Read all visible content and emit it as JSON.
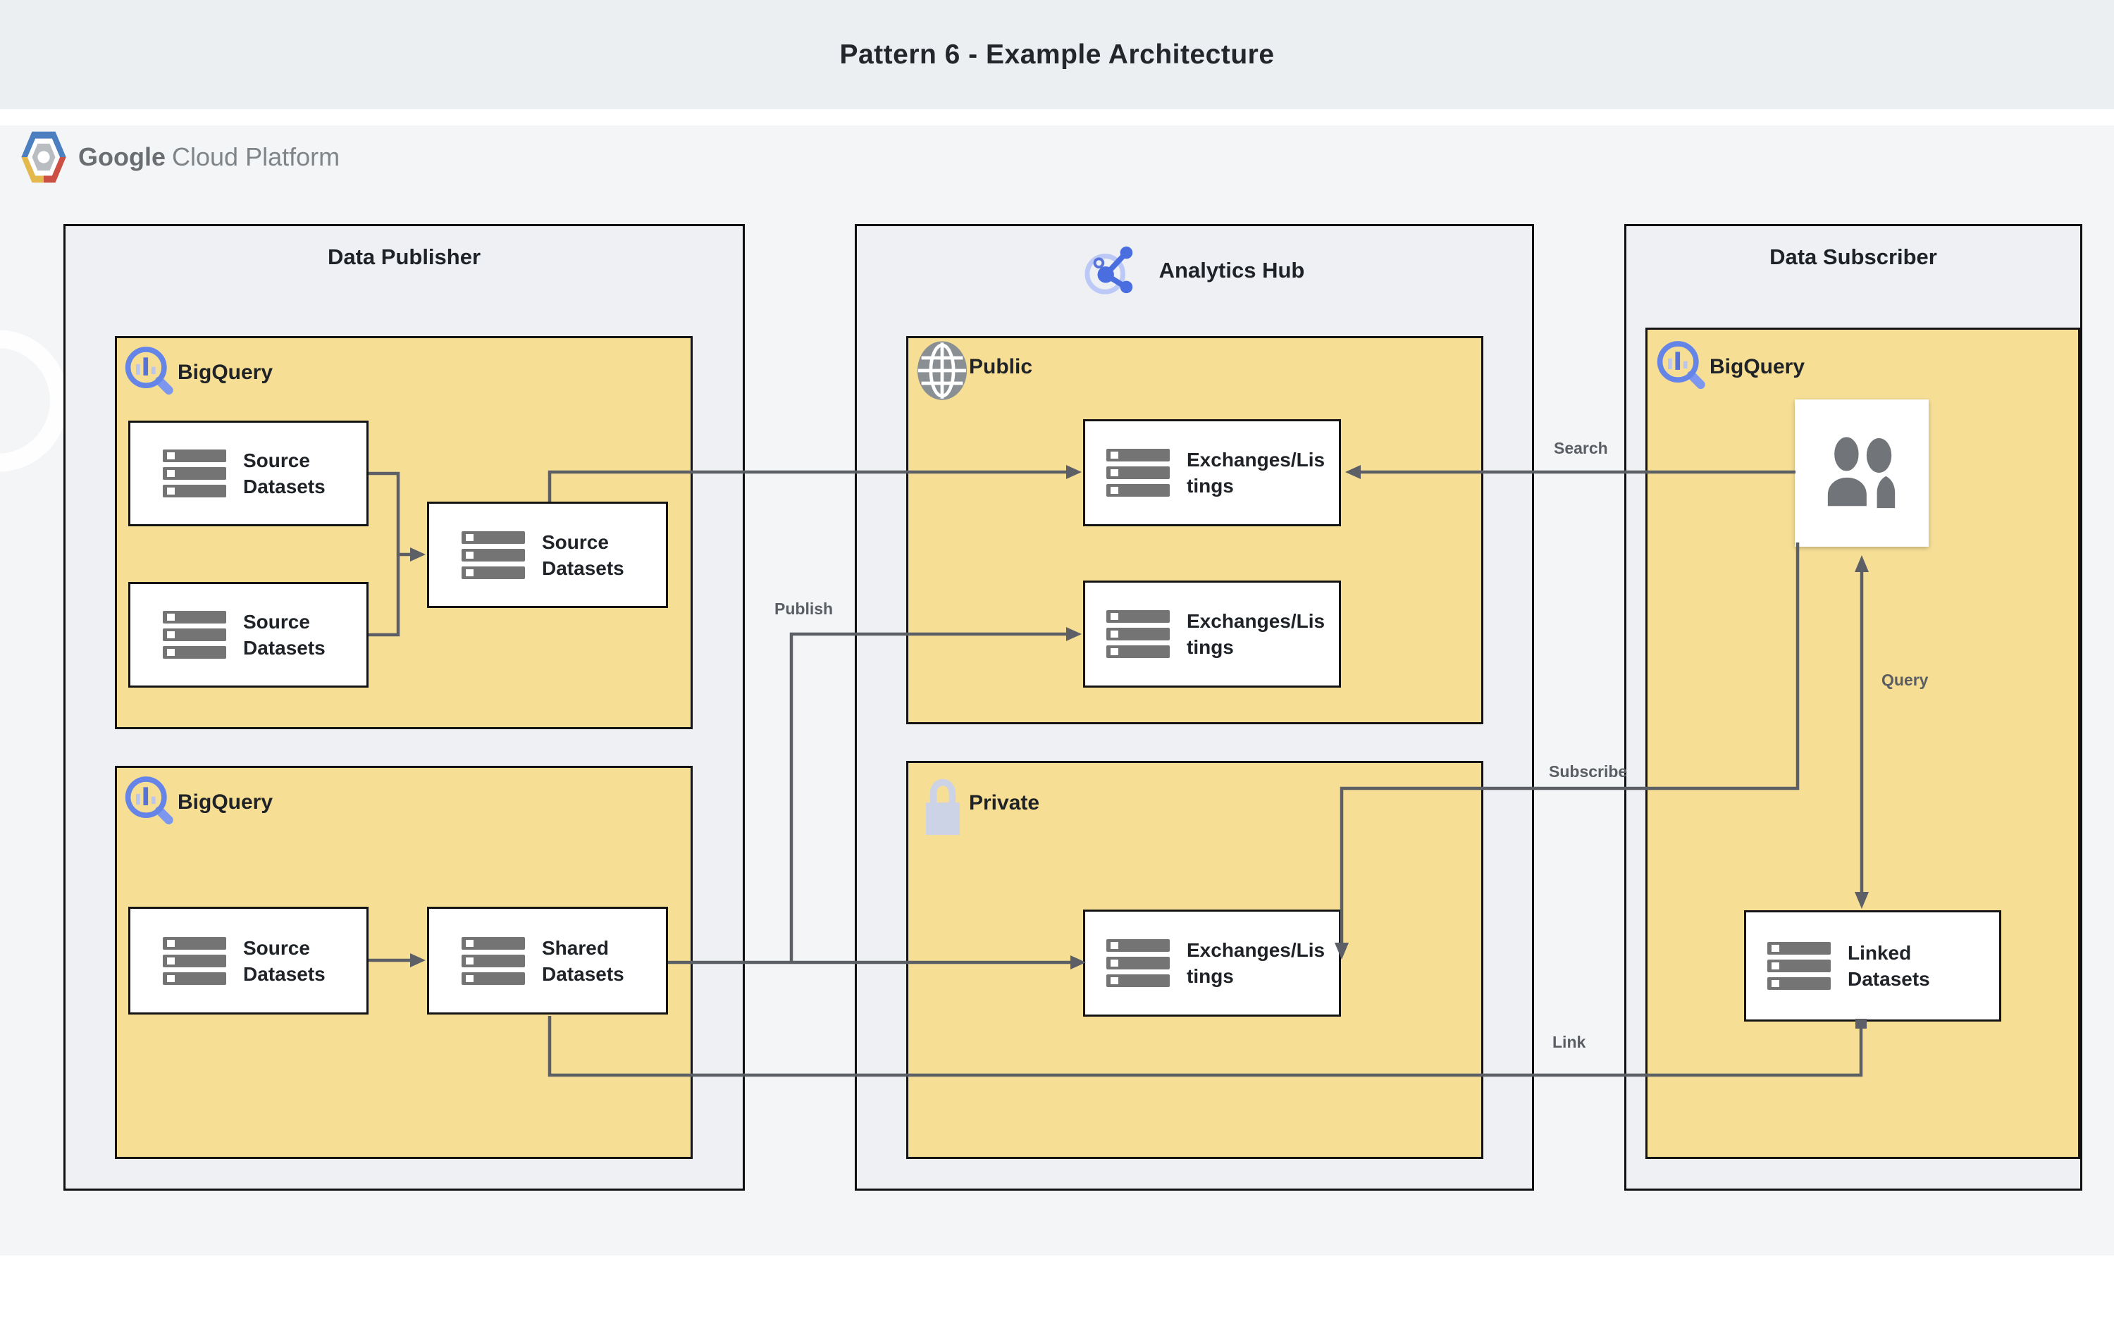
{
  "page": {
    "title": "Pattern 6 - Example Architecture"
  },
  "logo": {
    "brand_bold": "Google",
    "brand_light": "Cloud Platform"
  },
  "containers": {
    "publisher": {
      "title": "Data Publisher"
    },
    "hub": {
      "title": "Analytics Hub"
    },
    "subscriber": {
      "title": "Data Subscriber"
    }
  },
  "groups": {
    "pub_bq1": {
      "label": "BigQuery"
    },
    "pub_bq2": {
      "label": "BigQuery"
    },
    "hub_public": {
      "label": "Public"
    },
    "hub_private": {
      "label": "Private"
    },
    "sub_bq": {
      "label": "BigQuery"
    }
  },
  "nodes": {
    "src_a": {
      "label": "Source\nDatasets"
    },
    "src_b": {
      "label": "Source\nDatasets"
    },
    "src_c": {
      "label": "Source\nDatasets"
    },
    "src_d": {
      "label": "Source\nDatasets"
    },
    "shared": {
      "label": "Shared\nDatasets"
    },
    "el1": {
      "label": "Exchanges/Lis\ntings"
    },
    "el2": {
      "label": "Exchanges/Lis\ntings"
    },
    "el3": {
      "label": "Exchanges/Lis\ntings"
    },
    "linked": {
      "label": "Linked\nDatasets"
    }
  },
  "edges": {
    "publish": "Publish",
    "search": "Search",
    "subscribe": "Subscribe",
    "query": "Query",
    "link": "Link"
  },
  "icons": {
    "bigquery": "magnifier-with-bar-chart",
    "analytics_hub": "share-nodes",
    "public": "globe",
    "private": "lock",
    "subscriber_users": "two-people",
    "datasets": "stacked-server-bars",
    "gcp": "hexagon-logo"
  },
  "colors": {
    "title_band": "#eceff1",
    "main_band": "#f4f5f6",
    "container_fill": "#eef0f3",
    "group_yellow": "#f6df95",
    "node_white": "#ffffff",
    "border_black": "#141414",
    "wire_gray": "#5c6066",
    "label_gray": "#5a5e64",
    "text_dark": "#1f2328",
    "dataset_icon_gray": "#747474",
    "users_icon_gray": "#717478",
    "bq_blue": "#6484e8",
    "bq_blue_light": "#b9c6f5",
    "hub_blue": "#4a6ee0",
    "lock_silver": "#cdd3e6",
    "globe_gray": "#8a8f94",
    "gcp_blue": "#4c7fc0",
    "gcp_red": "#cc4f44",
    "gcp_yellow": "#e3b94d"
  }
}
